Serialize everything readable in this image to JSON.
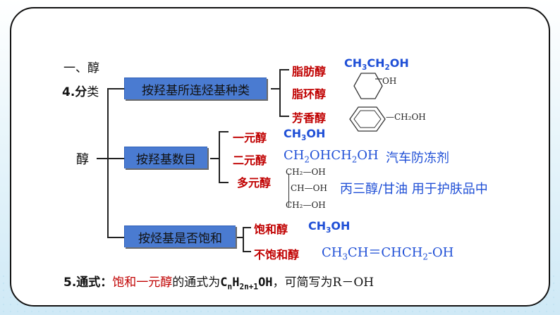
{
  "heading": "一、醇",
  "classify_label_num": "4.分",
  "classify_label_rest": "类",
  "root": "醇",
  "groups": [
    {
      "box": "按羟基所连烃基种类",
      "items": [
        {
          "name": "脂肪醇",
          "formula_parts": [
            "CH",
            "3",
            "CH",
            "2",
            "OH"
          ]
        },
        {
          "name": "脂环醇",
          "ring_label": "OH"
        },
        {
          "name": "芳香醇",
          "ring_label": "—CH₂OH"
        }
      ]
    },
    {
      "box": "按羟基数目",
      "items": [
        {
          "name": "一元醇",
          "formula_parts": [
            "CH",
            "3",
            "OH"
          ]
        },
        {
          "name": "二元醇",
          "formula_parts": [
            "CH",
            "2",
            "OHCH",
            "2",
            "OH"
          ],
          "note": "汽车防冻剂"
        },
        {
          "name": "多元醇",
          "rows": [
            "CH₂—OH",
            "CH—OH",
            "CH₂—OH"
          ],
          "note": "丙三醇/甘油 用于护肤品中"
        }
      ]
    },
    {
      "box": "按烃基是否饱和",
      "items": [
        {
          "name": "饱和醇",
          "formula_parts": [
            "CH",
            "3",
            "OH"
          ]
        },
        {
          "name": "不饱和醇",
          "formula_parts": [
            "CH",
            "3",
            "CH＝CHCH",
            "2",
            "-OH"
          ]
        }
      ]
    }
  ],
  "formula_line": {
    "prefix": "5.通式：",
    "red": "饱和一元醇",
    "mid": "的通式为",
    "c": "C",
    "n": "n",
    "h": "H",
    "sub2": "2n+1",
    "oh": "OH",
    "tail": "，可简写为",
    "r": "R－OH"
  }
}
